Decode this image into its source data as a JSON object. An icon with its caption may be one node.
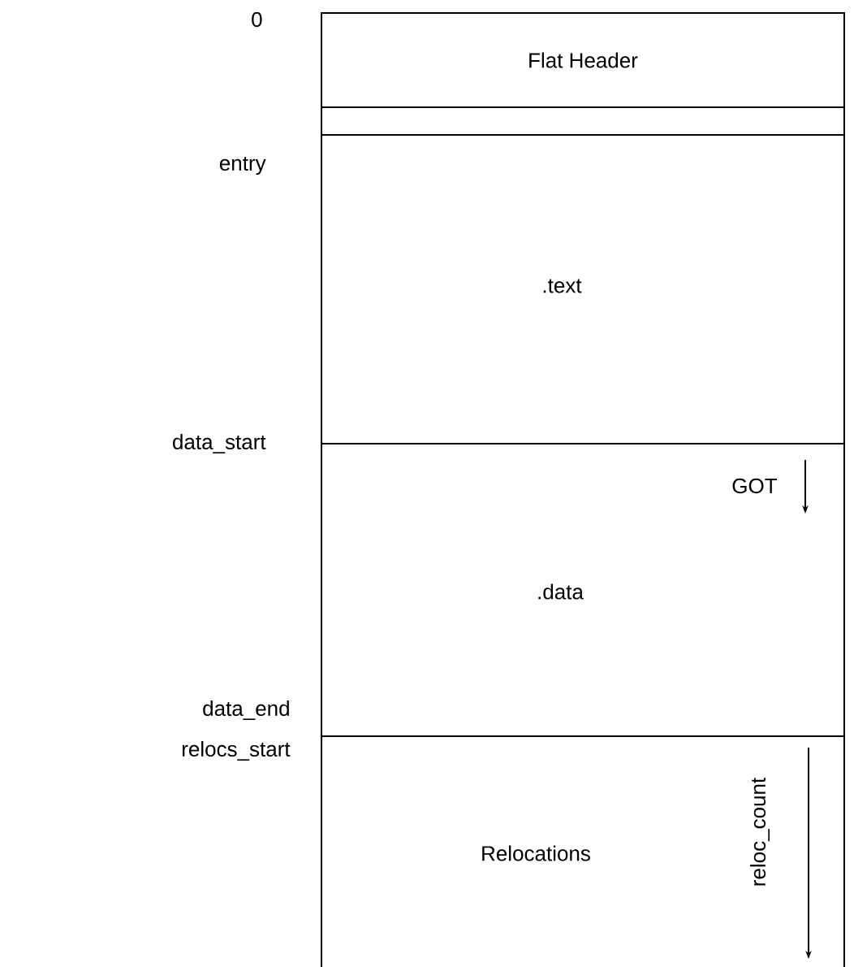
{
  "diagram": {
    "nodes": [
      {
        "text": [
          "Flat Header"
        ]
      },
      {
        "text": [],
        "shape": "box"
      },
      {
        "text": [
          ".text"
        ]
      },
      {
        "text": [
          ".data"
        ]
      },
      {
        "text": [
          "Relocations"
        ]
      }
    ],
    "labels": [
      "0",
      "entry",
      "data_start",
      "GOT",
      "data_end",
      "relocs_start",
      "reloc_count"
    ]
  }
}
